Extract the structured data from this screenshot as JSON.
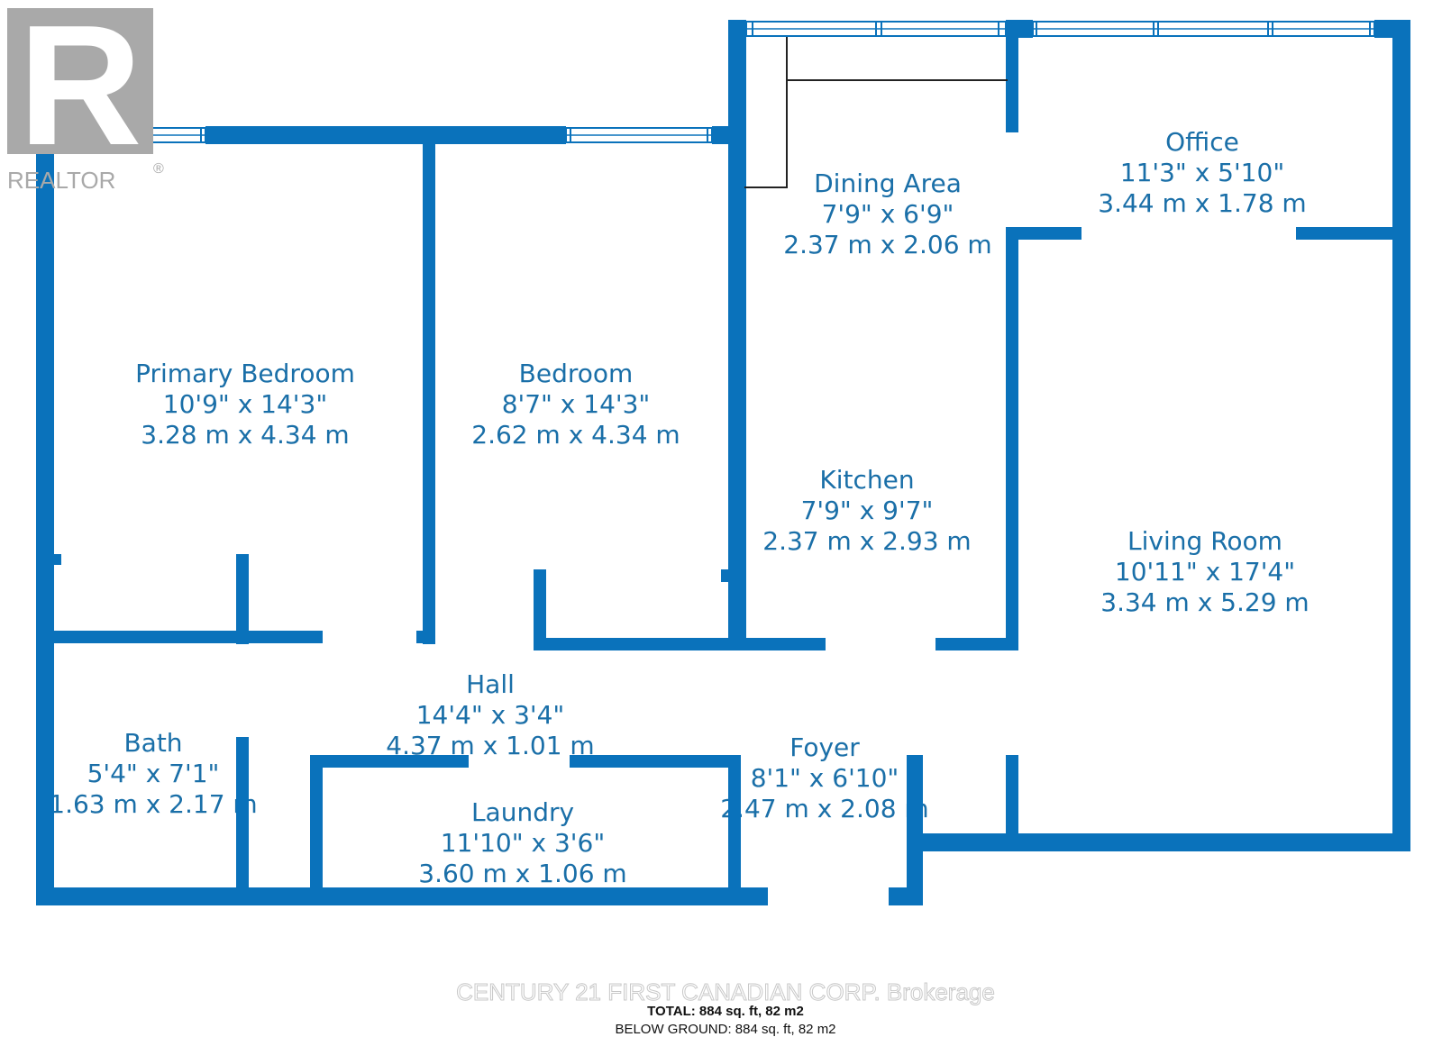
{
  "colors": {
    "wall": "#0a72bb",
    "text": "#1a6fa8",
    "logo": "#a9a9a9",
    "window": "#0a72bb"
  },
  "logo": {
    "letter": "R",
    "word": "REALTOR",
    "mark": "®"
  },
  "rooms": {
    "primary": {
      "name": "Primary Bedroom",
      "imperial": "10'9\" x 14'3\"",
      "metric": "3.28 m x 4.34 m"
    },
    "bedroom": {
      "name": "Bedroom",
      "imperial": "8'7\" x 14'3\"",
      "metric": "2.62 m x 4.34 m"
    },
    "dining": {
      "name": "Dining Area",
      "imperial": "7'9\" x 6'9\"",
      "metric": "2.37 m x 2.06 m"
    },
    "office": {
      "name": "Office",
      "imperial": "11'3\" x 5'10\"",
      "metric": "3.44 m x 1.78 m"
    },
    "kitchen": {
      "name": "Kitchen",
      "imperial": "7'9\" x 9'7\"",
      "metric": "2.37 m x 2.93 m"
    },
    "living": {
      "name": "Living Room",
      "imperial": "10'11\" x 17'4\"",
      "metric": "3.34 m x 5.29 m"
    },
    "hall": {
      "name": "Hall",
      "imperial": "14'4\" x 3'4\"",
      "metric": "4.37 m x 1.01 m"
    },
    "bath": {
      "name": "Bath",
      "imperial": "5'4\" x 7'1\"",
      "metric": "1.63 m x 2.17 m"
    },
    "foyer": {
      "name": "Foyer",
      "imperial": "8'1\" x 6'10\"",
      "metric": "2.47 m x 2.08 m"
    },
    "laundry": {
      "name": "Laundry",
      "imperial": "11'10\" x 3'6\"",
      "metric": "3.60 m x 1.06 m"
    }
  },
  "footer": {
    "brokerage": "CENTURY 21 FIRST CANADIAN CORP. Brokerage",
    "total": "TOTAL: 884 sq. ft, 82 m2",
    "below": "BELOW GROUND: 884 sq. ft, 82 m2"
  }
}
